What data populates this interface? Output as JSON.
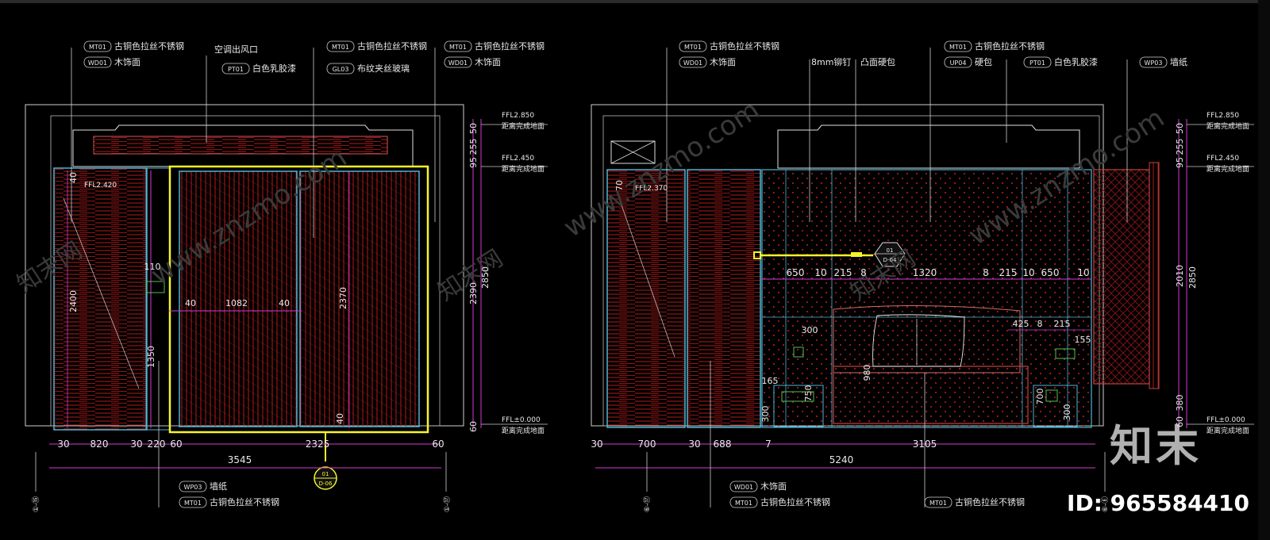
{
  "watermark": {
    "logo": "知末",
    "id": "ID: 965584410",
    "diagonal": "www.znzmo.com",
    "diagonal_cn": "知末网"
  },
  "colors": {
    "cyan": "#5fd7f0",
    "yellow": "#f5f52a",
    "red": "#c81e1e",
    "magenta": "#d63ad6",
    "white": "#e8e8e8",
    "green": "#4fc24f",
    "grid": "#c8c8c8"
  },
  "left_elev": {
    "tags_top": [
      {
        "code": "MT01",
        "text": "古铜色拉丝不锈钢"
      },
      {
        "code": "WD01",
        "text": "木饰面"
      },
      {
        "code": "",
        "text": "空调出风口"
      },
      {
        "code": "PT01",
        "text": "白色乳胶漆"
      },
      {
        "code": "MT01",
        "text": "古铜色拉丝不锈钢"
      },
      {
        "code": "GL03",
        "text": "布纹夹丝玻璃"
      },
      {
        "code": "MT01",
        "text": "古铜色拉丝不锈钢"
      },
      {
        "code": "WD01",
        "text": "木饰面"
      }
    ],
    "levels": [
      {
        "code": "FFL2.850",
        "text": "距离完成地面"
      },
      {
        "code": "FFL2.450",
        "text": "距离完成地面"
      },
      {
        "code": "FFL±0.000",
        "text": "距离完成地面"
      }
    ],
    "ffl_inner": "FFL2.420",
    "dims_bottom": [
      "30",
      "820",
      "30",
      "220",
      "60",
      "2325",
      "60"
    ],
    "total": "3545",
    "vertical_right": [
      "50",
      "255",
      "95",
      "2390",
      "60",
      "2850"
    ],
    "inner": [
      "40",
      "110",
      "2400",
      "1350",
      "40",
      "1082",
      "40",
      "2370",
      "40"
    ],
    "tags_bottom": [
      {
        "code": "WP03",
        "text": "墙纸"
      },
      {
        "code": "MT01",
        "text": "古铜色拉丝不锈钢"
      }
    ],
    "callout": {
      "top": "01",
      "bottom": "D-06"
    },
    "grid_a": "①-⑮",
    "grid_b": "①-⑰"
  },
  "right_elev": {
    "tags_top": [
      {
        "code": "MT01",
        "text": "古铜色拉丝不锈钢"
      },
      {
        "code": "WD01",
        "text": "木饰面"
      },
      {
        "code": "",
        "text": "8mm铆钉"
      },
      {
        "code": "",
        "text": "凸面硬包"
      },
      {
        "code": "MT01",
        "text": "古铜色拉丝不锈钢"
      },
      {
        "code": "UP04",
        "text": "硬包"
      },
      {
        "code": "PT01",
        "text": "白色乳胶漆"
      },
      {
        "code": "WP03",
        "text": "墙纸"
      }
    ],
    "levels": [
      {
        "code": "FFL2.850",
        "text": "距离完成地面"
      },
      {
        "code": "FFL2.450",
        "text": "距离完成地面"
      },
      {
        "code": "FFL±0.000",
        "text": "距离完成地面"
      }
    ],
    "ffl_inner": "FFL2.370",
    "dims_mid": [
      "650",
      "10",
      "215",
      "8",
      "1320",
      "8",
      "215",
      "10",
      "650",
      "10"
    ],
    "dims_small": [
      "425",
      "8",
      "215",
      "155",
      "300",
      "165",
      "750",
      "300",
      "980",
      "700",
      "300"
    ],
    "dims_bottom": [
      "30",
      "700",
      "30",
      "688",
      "7",
      "3105"
    ],
    "total": "5240",
    "vertical_right": [
      "50",
      "255",
      "95",
      "2010",
      "380",
      "60",
      "2850"
    ],
    "inner_left": "70",
    "tags_bottom": [
      {
        "code": "WD01",
        "text": "木饰面"
      },
      {
        "code": "MT01",
        "text": "古铜色拉丝不锈钢"
      },
      {
        "code": "MT01",
        "text": "古铜色拉丝不锈钢"
      }
    ],
    "callout": {
      "top": "01",
      "bottom": "D-04"
    },
    "grid_a": "⑥-⑰",
    "grid_b": "⑥-Ⓔ"
  }
}
